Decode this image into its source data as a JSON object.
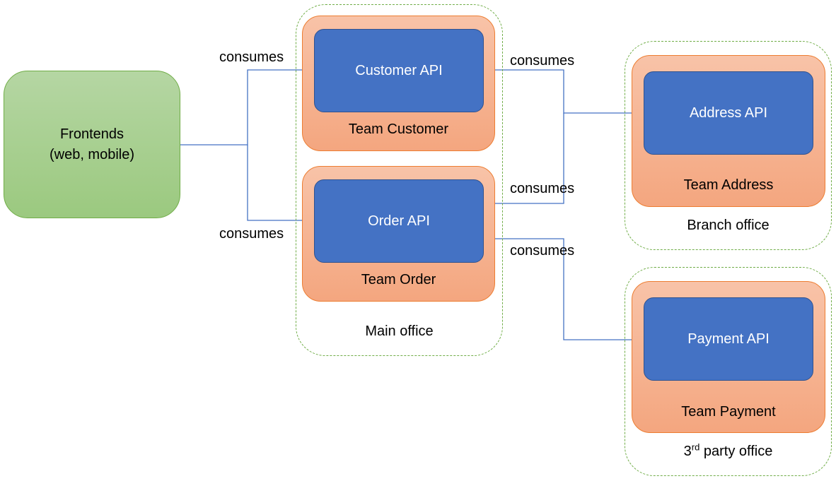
{
  "frontends": {
    "line1": "Frontends",
    "line2": "(web, mobile)"
  },
  "offices": {
    "main": "Main office",
    "branch": "Branch office",
    "third_party": {
      "prefix": "3",
      "sup": "rd",
      "suffix": " party office"
    }
  },
  "teams": {
    "customer": "Team Customer",
    "order": "Team Order",
    "address": "Team Address",
    "payment": "Team Payment"
  },
  "apis": {
    "customer": "Customer API",
    "order": "Order API",
    "address": "Address API",
    "payment": "Payment API"
  },
  "edges": {
    "frontends_customer": "consumes",
    "frontends_order": "consumes",
    "customer_address": "consumes",
    "order_address": "consumes",
    "order_payment": "consumes"
  },
  "colors": {
    "connector": "#4472c4",
    "api": "#4472c4",
    "team": "#f4a67f",
    "office_border": "#70ad47",
    "frontends": "#a9d18e"
  }
}
